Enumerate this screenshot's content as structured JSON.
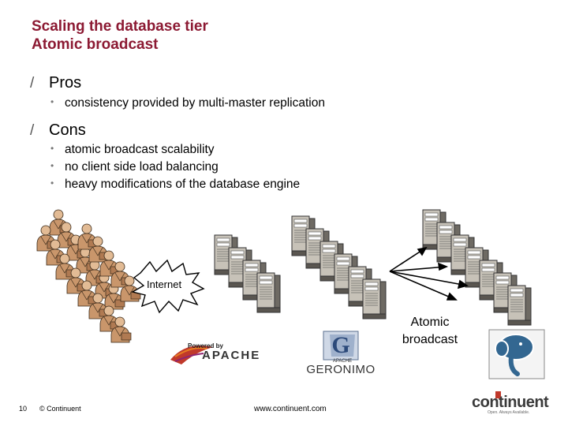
{
  "slide": {
    "title_line1": "Scaling the database tier",
    "title_line2": "Atomic broadcast",
    "pros": {
      "heading": "Pros",
      "items": [
        "consistency provided by multi-master replication"
      ]
    },
    "cons": {
      "heading": "Cons",
      "items": [
        "atomic broadcast scalability",
        "no client side load balancing",
        "heavy modifications of the database engine"
      ]
    },
    "diagram": {
      "internet_label": "Internet",
      "broadcast_line1": "Atomic",
      "broadcast_line2": "broadcast",
      "apache_powered": "Powered by",
      "apache_name": "APACHE",
      "geronimo_letter": "G",
      "geronimo_brand": "APACHE",
      "geronimo_name": "GERONIMO"
    },
    "footer": {
      "page_number": "10",
      "copyright": "© Continuent",
      "url": "www.continuent.com",
      "logo_text": "continuent",
      "tagline": "Open. Always Available."
    },
    "colors": {
      "title": "#8c1a33",
      "server": "#8a857c",
      "people": "#c9966b"
    }
  }
}
